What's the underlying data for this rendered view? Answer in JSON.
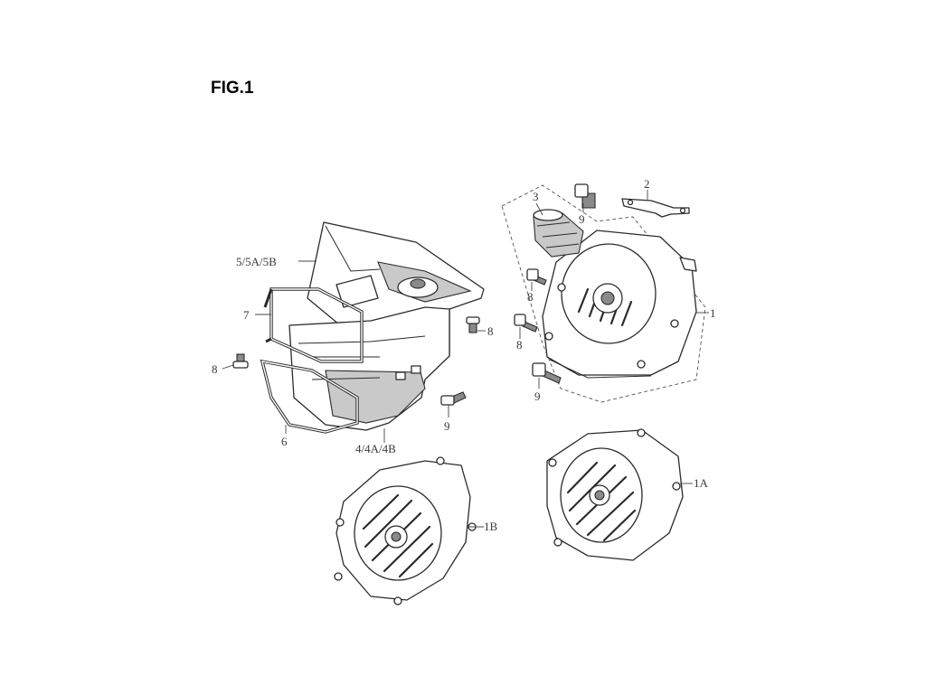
{
  "figure": {
    "title": "FIG.1"
  },
  "callouts": {
    "c1": "1",
    "c1a": "1A",
    "c1b": "1B",
    "c2": "2",
    "c3": "3",
    "c4": "4/4A/4B",
    "c5": "5/5A/5B",
    "c6": "6",
    "c7": "7",
    "c8a": "8",
    "c8b": "8",
    "c8c": "8",
    "c8d": "8",
    "c9a": "9",
    "c9b": "9",
    "c9c": "9"
  }
}
